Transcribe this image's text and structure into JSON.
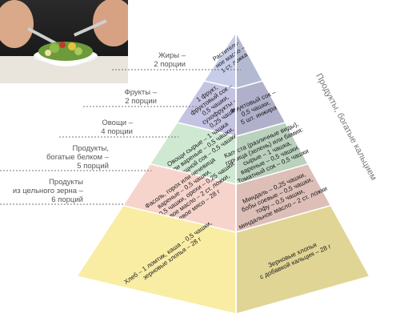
{
  "left_labels": [
    {
      "lines": [
        "Жиры –",
        "2 порции"
      ]
    },
    {
      "lines": [
        "Фрукты –",
        "2 порции"
      ]
    },
    {
      "lines": [
        "Овощи –",
        "4 порции"
      ]
    },
    {
      "lines": [
        "Продукты,",
        "богатые белком –",
        "5 порций"
      ]
    },
    {
      "lines": [
        "Продукты",
        "из цельного зерна –",
        "6 порций"
      ]
    }
  ],
  "right_side_label": "Продукты, богатые кальцием",
  "tiers": [
    {
      "name": "fats",
      "color": "#c7cde8",
      "left_lines": [
        "Раститель-",
        "ное масло –",
        "1 ст. ложка"
      ],
      "right_lines": []
    },
    {
      "name": "fruits",
      "color": "#c5c3e2",
      "left_lines": [
        "1 фрукт,",
        "фруктовый сок –",
        "0,5 чашки,",
        "сухофрукты –",
        "0,25 чашки"
      ],
      "right_lines": [
        "Фруктовый сок –",
        "0,5 чашки,",
        "5 шт. инжира"
      ]
    },
    {
      "name": "vegetables",
      "color": "#cfe8d2",
      "left_lines": [
        "Овощи сырые – 1 чашка",
        "или вареные – 0,5 чашки,",
        "овощной сок – 0,5 чашки"
      ],
      "right_lines": [
        "Капуста (различные виды),",
        "горчица (зелень) или бамия:",
        "сырые – 1 чашка,",
        "вареные – 0,5 чашки.",
        "Томатный сок – 0,5 чашки"
      ]
    },
    {
      "name": "protein",
      "color": "#f6d4cc",
      "left_lines": [
        "Фасоль, горох или чечевица",
        "вареные – 0,5 чашки,",
        "тофу – 0,5 чашки, орехи – 0,25 чашки,",
        "ореховое масло – 2 ст. ложки,",
        "соевое мясо – 28 г"
      ],
      "right_lines": [
        "Миндаль – 0,25 чашки,",
        "бобы соевые – 0,5 чашки,",
        "тофу – 0,5 чашки,",
        "миндальное масло – 2 ст. ложки"
      ]
    },
    {
      "name": "grains",
      "color": "#f9eda4",
      "left_lines": [
        "Хлеб – 1 ломтик, каша – 0,5 чашки,",
        "зерновые хлопья – 28 г"
      ],
      "right_lines": [
        "Зерновые хлопья",
        "с добавкой кальция – 28 г"
      ]
    }
  ],
  "colors": {
    "left_face_shade": "base",
    "right_face_shade": "darker",
    "label_text": "#555555",
    "tier_text": "#1a1a1a",
    "edge": "#444444"
  },
  "photo_icon": "salad-plate-photo"
}
